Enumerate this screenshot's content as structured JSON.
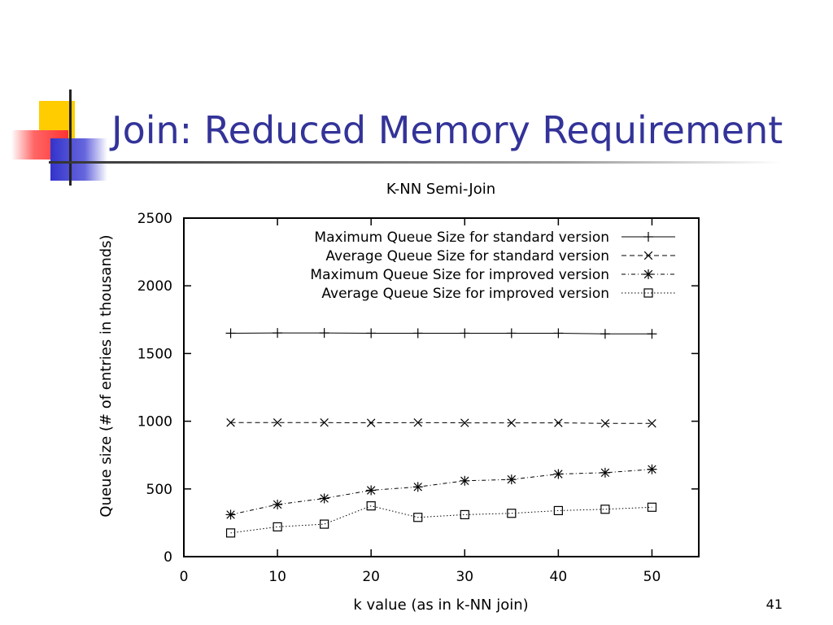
{
  "slide": {
    "title": "Join: Reduced Memory Requirement",
    "page_number": "41"
  },
  "colors": {
    "title": "#333399",
    "deco_yellow": "#ffcc00",
    "deco_red": "#ff3333",
    "deco_blue": "#3333cc"
  },
  "chart_data": {
    "type": "line",
    "title": "K-NN Semi-Join",
    "xlabel": "k value (as in k-NN join)",
    "ylabel": "Queue size (# of entries in thousands)",
    "xlim": [
      0,
      55
    ],
    "ylim": [
      0,
      2500
    ],
    "xticks": [
      0,
      10,
      20,
      30,
      40,
      50
    ],
    "yticks": [
      0,
      500,
      1000,
      1500,
      2000,
      2500
    ],
    "legend_position": "top-right",
    "grid": false,
    "x": [
      5,
      10,
      15,
      20,
      25,
      30,
      35,
      40,
      45,
      50
    ],
    "series": [
      {
        "name": "Maximum Queue Size for standard version",
        "marker": "plus",
        "dash": "solid",
        "values": [
          1650,
          1652,
          1652,
          1650,
          1650,
          1650,
          1650,
          1650,
          1645,
          1645
        ]
      },
      {
        "name": "Average Queue Size for standard version",
        "marker": "x",
        "dash": "dashed",
        "values": [
          990,
          990,
          990,
          988,
          990,
          988,
          988,
          988,
          984,
          984
        ]
      },
      {
        "name": "Maximum Queue Size for improved version",
        "marker": "star",
        "dash": "dashdot",
        "values": [
          310,
          385,
          430,
          490,
          515,
          560,
          570,
          610,
          620,
          645
        ]
      },
      {
        "name": "Average Queue Size for improved version",
        "marker": "square",
        "dash": "dotted",
        "values": [
          175,
          220,
          240,
          375,
          290,
          310,
          320,
          340,
          350,
          365
        ]
      }
    ]
  }
}
